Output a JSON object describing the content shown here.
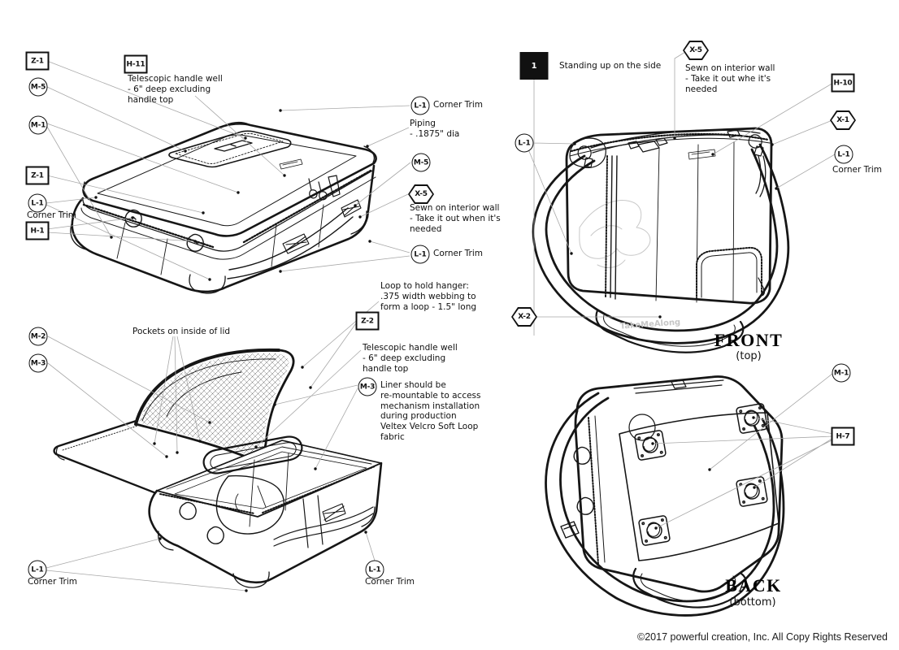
{
  "step": {
    "number": "1",
    "text": "Standing up on the side"
  },
  "markers": {
    "z1": "Z-1",
    "m5": "M-5",
    "m1": "M-1",
    "l1": "L-1",
    "h1": "H-1",
    "h11": "H-11",
    "m2": "M-2",
    "m3": "M-3",
    "z2": "Z-2",
    "x5": "X-5",
    "x1": "X-1",
    "x2": "X-2",
    "h10": "H-10",
    "h7": "H-7"
  },
  "notes": {
    "corner_trim": "Corner Trim",
    "handle_well": "Telescopic handle well\n- 6\" deep excluding\nhandle top",
    "piping": "Piping\n- .1875\" dia",
    "sewn_interior": "Sewn on interior wall\n- Take it out when it's\nneeded",
    "sewn_interior_front": "Sewn on interior wall\n- Take it out whe it's\nneeded",
    "pockets": "Pockets on inside of lid",
    "loop_hanger": "Loop to hold hanger:\n.375 width webbing to\nform a loop - 1.5\" long",
    "liner": "Liner should be\nre-mountable to access\nmechanism installation\nduring production\nVeltex Velcro Soft Loop\nfabric"
  },
  "views": {
    "front": {
      "title": "FRONT",
      "subtitle": "(top)"
    },
    "back": {
      "title": "BACK",
      "subtitle": "(bottom)"
    }
  },
  "watermark": "TakeMeAlong",
  "copyright": "©2017 powerful creation, Inc. All Copy Rights Reserved"
}
